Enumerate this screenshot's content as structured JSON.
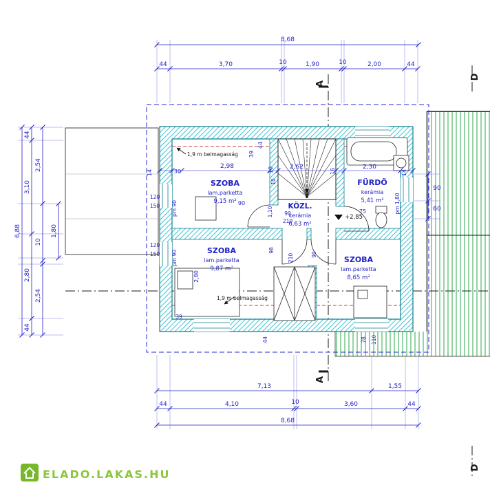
{
  "watermark": {
    "label": "ELADO.LAKAS.HU"
  },
  "sections": {
    "a": "A",
    "d": "D"
  },
  "dims_top": {
    "total": "8,68",
    "segs": [
      "44",
      "3,70",
      "10",
      "1,90",
      "10",
      "2,00",
      "44"
    ]
  },
  "dims_bottom": {
    "row1": [
      "7,13",
      "1,55"
    ],
    "row2": [
      "44",
      "4,10",
      "10",
      "3,60",
      "44"
    ],
    "total": "8,68"
  },
  "dims_left": {
    "total": "6,88",
    "outer": [
      "44",
      "3,10",
      "2,80",
      "44"
    ],
    "mid": [
      "2,54",
      "10",
      "2,54"
    ],
    "inner": "1,80"
  },
  "dims_right": {
    "w90": "90",
    "w60": "60"
  },
  "plan_row": {
    "t14l": "14",
    "t30": "30",
    "t298": "2,98",
    "t10": "10",
    "t262": "2,62",
    "t16": "16",
    "t230": "2,30",
    "t14r": "14"
  },
  "walls": {
    "t39": "39",
    "t44": "44"
  },
  "rooms": {
    "szoba_tl": {
      "name": "SZOBA",
      "floor": "lam.parketta",
      "area": "9,15 m²"
    },
    "furdo": {
      "name": "FÜRDŐ",
      "floor": "kerámia",
      "area": "5,41 m²"
    },
    "kozl": {
      "name": "KÖZL.",
      "floor": "kerámia",
      "area": "6,63 m²"
    },
    "szoba_bl": {
      "name": "SZOBA",
      "floor": "lam.parketta",
      "area": "9,87 m²"
    },
    "szoba_br": {
      "name": "SZOBA",
      "floor": "lam.parketta",
      "area": "8,65 m²"
    }
  },
  "annotations": {
    "headroom": "1,9 m belmagasság",
    "level": "+2,85",
    "pm90": "pm 90",
    "pm180": "pm 1,80",
    "win120": "120",
    "win150": "150",
    "door90": "90",
    "door210": "210",
    "dim110cm": "1,10",
    "dim10": "10",
    "dim75": "75",
    "dim98": "98",
    "dim280": "2,80",
    "dim44": "44",
    "dim39": "39",
    "dim78": "78",
    "dim110": "110"
  }
}
